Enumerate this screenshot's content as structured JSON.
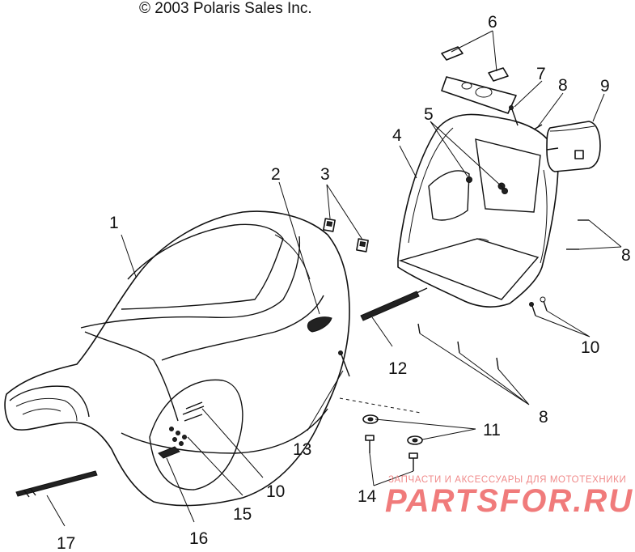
{
  "copyright": "© 2003 Polaris Sales Inc.",
  "watermark": {
    "line1": "ЗАПЧАСТИ И АКСЕССУАРЫ ДЛЯ МОТОТЕХНИКИ",
    "line2": "PARTSFOR.RU"
  },
  "callouts": {
    "c1": "1",
    "c2": "2",
    "c3": "3",
    "c4": "4",
    "c5": "5",
    "c6": "6",
    "c7": "7",
    "c8a": "8",
    "c8b": "8",
    "c8c": "8",
    "c9": "9",
    "c10a": "10",
    "c10b": "10",
    "c11": "11",
    "c12": "12",
    "c13": "13",
    "c14": "14",
    "c15": "15",
    "c16": "16",
    "c17": "17"
  },
  "colors": {
    "ink": "#111111",
    "watermark": "#f07b7b"
  }
}
